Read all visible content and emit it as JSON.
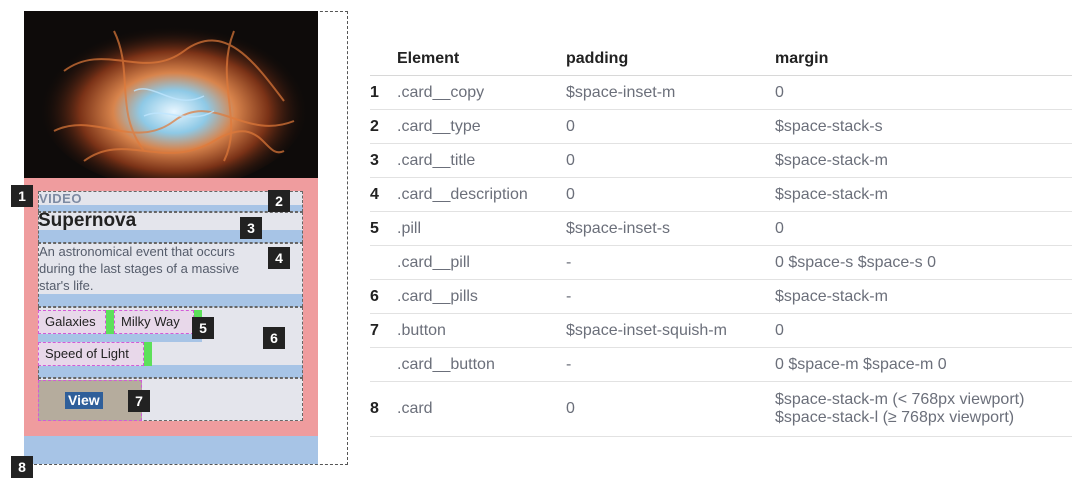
{
  "diagram": {
    "type_label": "VIDEO",
    "title": "Supernova",
    "description": "An astronomical event that occurs during the last stages of a massive star's life.",
    "pills": [
      "Galaxies",
      "Milky Way",
      "Speed of Light"
    ],
    "button_label": "View",
    "badges": [
      "1",
      "2",
      "3",
      "4",
      "5",
      "6",
      "7",
      "8"
    ]
  },
  "table": {
    "headers": [
      "",
      "Element",
      "padding",
      "margin"
    ],
    "rows": [
      {
        "num": "1",
        "element": ".card__copy",
        "padding": "$space-inset-m",
        "margin": "0"
      },
      {
        "num": "2",
        "element": ".card__type",
        "padding": "0",
        "margin": "$space-stack-s"
      },
      {
        "num": "3",
        "element": ".card__title",
        "padding": "0",
        "margin": "$space-stack-m"
      },
      {
        "num": "4",
        "element": ".card__description",
        "padding": "0",
        "margin": "$space-stack-m"
      },
      {
        "num": "5",
        "element": ".pill",
        "padding": "$space-inset-s",
        "margin": "0"
      },
      {
        "num": "",
        "element": ".card__pill",
        "padding": "-",
        "margin": "0 $space-s $space-s 0"
      },
      {
        "num": "6",
        "element": ".card__pills",
        "padding": "-",
        "margin": "$space-stack-m"
      },
      {
        "num": "7",
        "element": ".button",
        "padding": "$space-inset-squish-m",
        "margin": "0"
      },
      {
        "num": "",
        "element": ".card__button",
        "padding": "-",
        "margin": "0 $space-m $space-m 0"
      },
      {
        "num": "8",
        "element": ".card",
        "padding": "0",
        "margin": "$space-stack-m (< 768px viewport)",
        "margin_line2": "$space-stack-l (≥ 768px viewport)"
      }
    ]
  }
}
